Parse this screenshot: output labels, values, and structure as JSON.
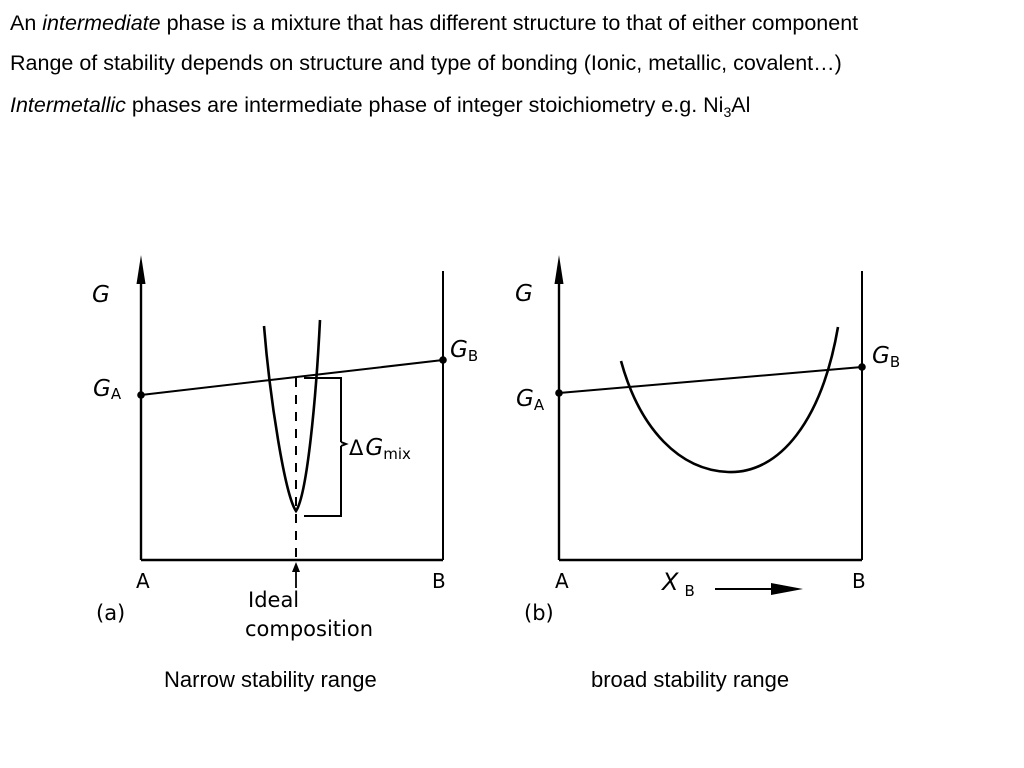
{
  "slide": {
    "bullet1": {
      "prefix": "An ",
      "emph": "intermediate",
      "rest": " phase is a mixture that has different structure to that of either component"
    },
    "bullet2": {
      "text": "Range of stability depends on structure and type of bonding (Ionic, metallic, covalent…)"
    },
    "bullet3": {
      "emph": "Intermetallic",
      "rest": " phases are intermediate phase of integer stoichiometry e.g. Ni",
      "sub": "3",
      "tail": "Al"
    }
  },
  "figure_a": {
    "y_axis": "G",
    "ga_label": {
      "main": "G",
      "sub": "A"
    },
    "gb_label": {
      "main": "G",
      "sub": "B"
    },
    "dgmix_label": {
      "delta": "Δ",
      "main": "G",
      "sub": "mix"
    },
    "left_end": "A",
    "right_end": "B",
    "panel": "(a)",
    "ideal_line1": "Ideal",
    "ideal_line2": "composition",
    "caption": "Narrow stability range"
  },
  "figure_b": {
    "y_axis": "G",
    "ga_label": {
      "main": "G",
      "sub": "A"
    },
    "gb_label": {
      "main": "G",
      "sub": "B"
    },
    "left_end": "A",
    "right_end": "B",
    "panel": "(b)",
    "xb_label": {
      "main": "X",
      "sub": "B"
    },
    "caption": "broad stability range"
  }
}
